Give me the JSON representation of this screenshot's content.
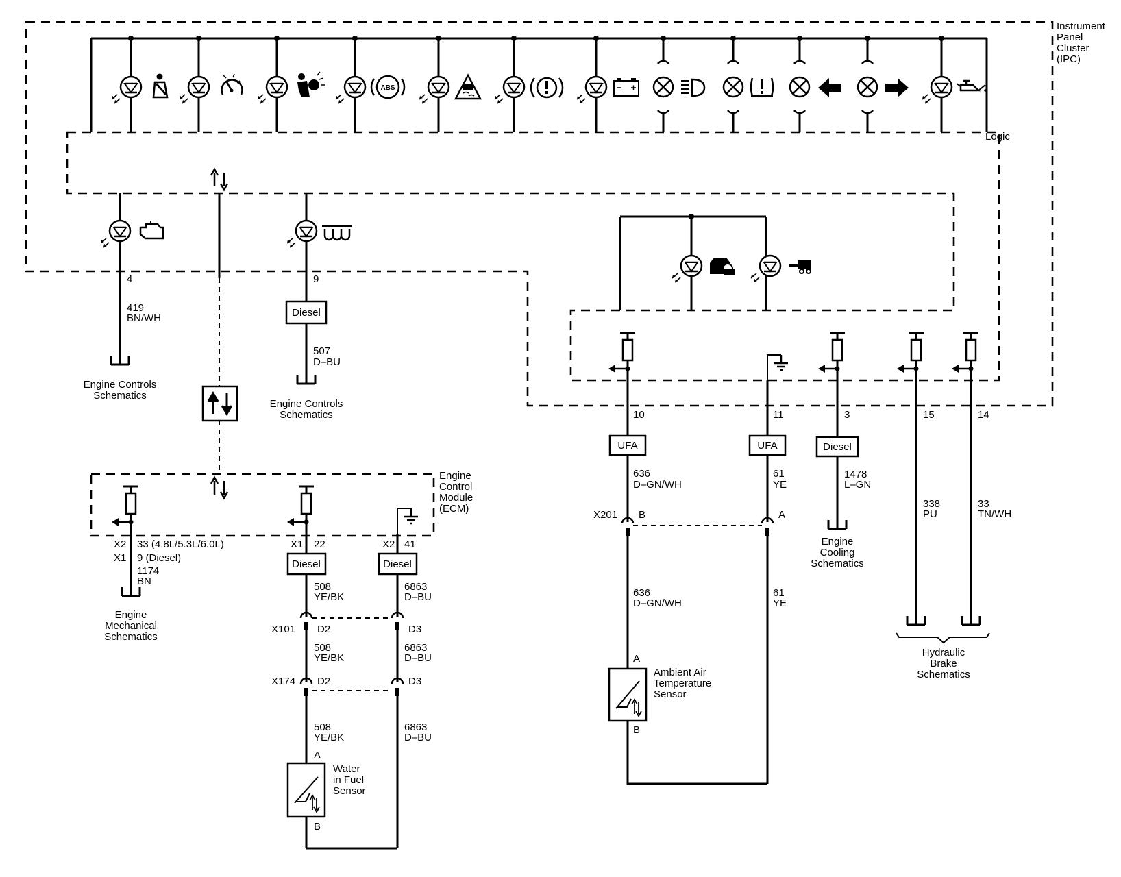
{
  "ipc": {
    "title_1": "Instrument",
    "title_2": "Panel",
    "title_3": "Cluster",
    "title_4": "(IPC)",
    "logic_label": "Logic"
  },
  "indicators_top": [
    {
      "name": "seatbelt-indicator",
      "kind": "led",
      "icon": "seatbelt-icon"
    },
    {
      "name": "cruise-indicator",
      "kind": "led",
      "icon": "cruise-control-icon"
    },
    {
      "name": "airbag-indicator",
      "kind": "led",
      "icon": "airbag-icon"
    },
    {
      "name": "abs-indicator",
      "kind": "led",
      "icon": "abs-icon",
      "text": "ABS"
    },
    {
      "name": "traction-indicator",
      "kind": "led",
      "icon": "traction-control-icon"
    },
    {
      "name": "brake-indicator",
      "kind": "led",
      "icon": "brake-warning-icon"
    },
    {
      "name": "battery-indicator",
      "kind": "led",
      "icon": "battery-icon"
    },
    {
      "name": "high-beam-indicator",
      "kind": "lamp",
      "icon": "high-beam-icon"
    },
    {
      "name": "tire-pressure-indicator",
      "kind": "lamp",
      "icon": "tire-pressure-icon"
    },
    {
      "name": "left-turn-indicator",
      "kind": "lamp",
      "icon": "left-arrow-icon"
    },
    {
      "name": "right-turn-indicator",
      "kind": "lamp",
      "icon": "right-arrow-icon"
    },
    {
      "name": "oil-pressure-indicator",
      "kind": "led",
      "icon": "oil-can-icon"
    }
  ],
  "left_circuits": {
    "check_engine": {
      "pin": "4",
      "circuit": "419",
      "color": "BN/WH",
      "dest_1": "Engine Controls",
      "dest_2": "Schematics"
    },
    "glow_plug": {
      "pin": "9",
      "option": "Diesel",
      "circuit": "507",
      "color": "D–BU",
      "dest_1": "Engine Controls",
      "dest_2": "Schematics"
    }
  },
  "ecm": {
    "label_1": "Engine",
    "label_2": "Control",
    "label_3": "Module",
    "label_4": "(ECM)",
    "oil_level": {
      "conn_1": "X2",
      "pin_1": "33 (4.8L/5.3L/6.0L)",
      "conn_2": "X1",
      "pin_2": "9 (Diesel)",
      "circuit": "1174",
      "color": "BN",
      "dest_1": "Engine",
      "dest_2": "Mechanical",
      "dest_3": "Schematics"
    },
    "wif_signal": {
      "conn": "X1",
      "pin": "22",
      "option": "Diesel",
      "circuit": "508",
      "color": "YE/BK"
    },
    "wif_ground": {
      "conn": "X2",
      "pin": "41",
      "option": "Diesel",
      "circuit": "6863",
      "color": "D–BU"
    }
  },
  "inline_connectors": {
    "x101": {
      "name": "X101",
      "pin_a": "D2",
      "pin_b": "D3"
    },
    "x174": {
      "name": "X174",
      "pin_a": "D2",
      "pin_b": "D3"
    }
  },
  "water_in_fuel": {
    "seg2": {
      "circuit_a": "508",
      "color_a": "YE/BK",
      "circuit_b": "6863",
      "color_b": "D–BU"
    },
    "seg3": {
      "circuit_a": "508",
      "color_a": "YE/BK",
      "circuit_b": "6863",
      "color_b": "D–BU"
    },
    "pin_a": "A",
    "pin_b": "B",
    "label_1": "Water",
    "label_2": "in Fuel",
    "label_3": "Sensor"
  },
  "right_circuits": {
    "ambient_signal": {
      "pin": "10",
      "option": "UFA",
      "circuit": "636",
      "color": "D–GN/WH"
    },
    "ambient_ground": {
      "pin": "11",
      "option": "UFA",
      "circuit": "61",
      "color": "YE"
    },
    "coolant": {
      "pin": "3",
      "option": "Diesel",
      "circuit": "1478",
      "color": "L–GN",
      "dest_1": "Engine",
      "dest_2": "Cooling",
      "dest_3": "Schematics"
    },
    "brake_15": {
      "pin": "15",
      "circuit": "338",
      "color": "PU"
    },
    "brake_14": {
      "pin": "14",
      "circuit": "33",
      "color": "TN/WH"
    },
    "brake_dest_1": "Hydraulic",
    "brake_dest_2": "Brake",
    "brake_dest_3": "Schematics"
  },
  "x201": {
    "name": "X201",
    "pin_b": "B",
    "pin_a": "A",
    "lower_a_circuit": "636",
    "lower_a_color": "D–GN/WH",
    "lower_b_circuit": "61",
    "lower_b_color": "YE"
  },
  "ambient_sensor": {
    "pin_a": "A",
    "pin_b": "B",
    "label_1": "Ambient Air",
    "label_2": "Temperature",
    "label_3": "Sensor"
  }
}
